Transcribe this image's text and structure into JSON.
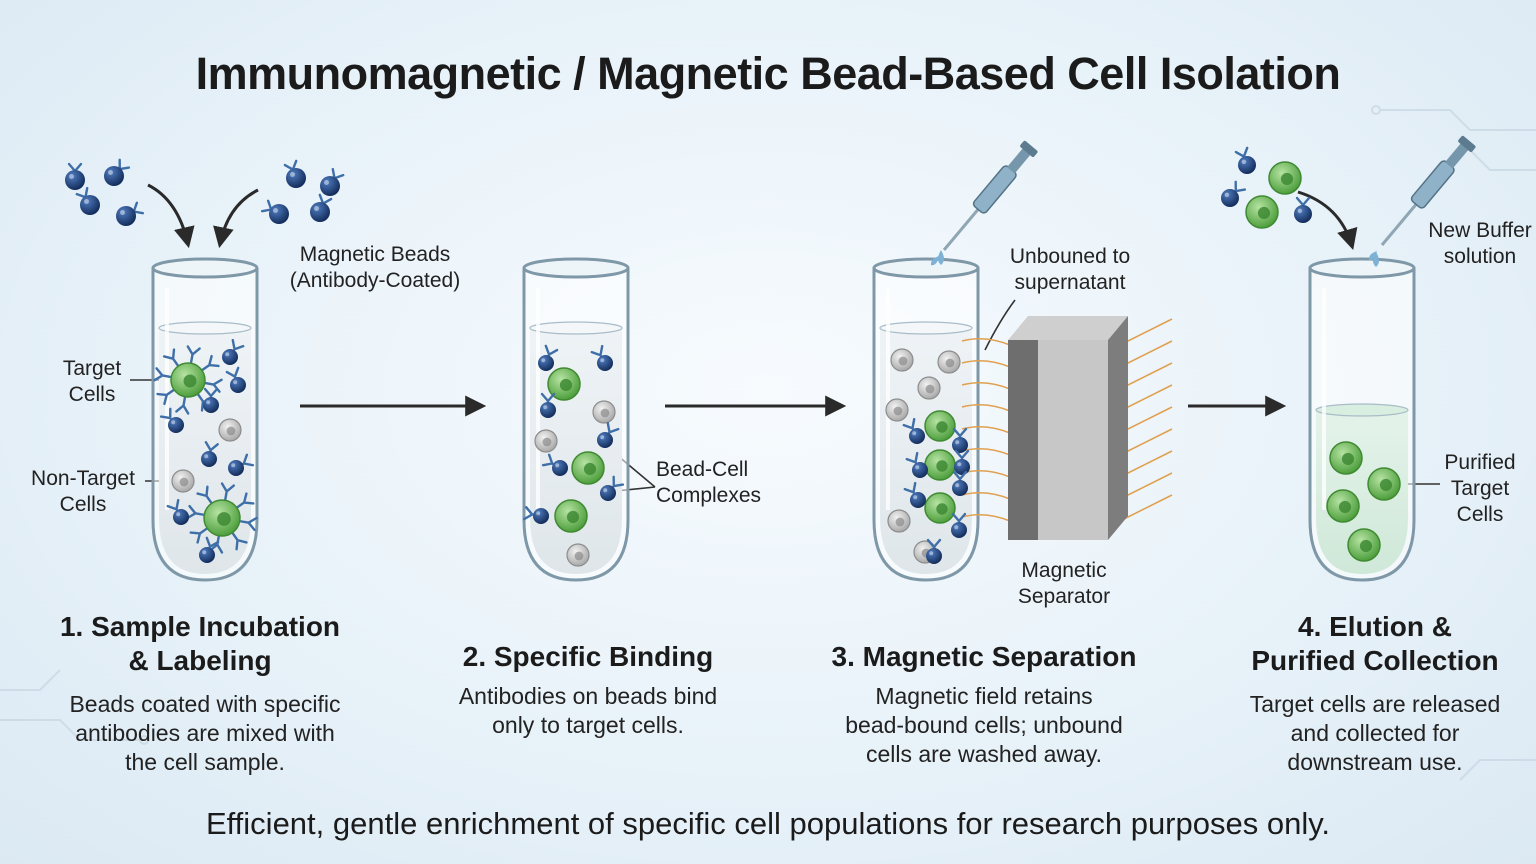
{
  "title": "Immunomagnetic / Magnetic Bead-Based Cell Isolation",
  "labels": {
    "beads": "Magnetic Beads\n(Antibody-Coated)",
    "target_cells": "Target\nCells",
    "non_target_cells": "Non-Target\nCells",
    "complexes": "Bead-Cell\nComplexes",
    "unbound": "Unbouned to\nsupernatant",
    "separator": "Magnetic\nSeparator",
    "new_buffer": "New Buffer\nsolution",
    "purified": "Purified\nTarget\nCells"
  },
  "steps": [
    {
      "title": "1. Sample Incubation\n& Labeling",
      "desc": "Beads coated with specific\nantibodies are mixed with\nthe cell sample."
    },
    {
      "title": "2. Specific Binding",
      "desc": "Antibodies on beads bind\nonly to target cells."
    },
    {
      "title": "3. Magnetic Separation",
      "desc": "Magnetic field retains\nbead-bound cells; unbound\ncells are washed away."
    },
    {
      "title": "4. Elution &\nPurified Collection",
      "desc": "Target cells are released\nand collected for\ndownstream use."
    }
  ],
  "footer": "Efficient, gentle enrichment of specific cell populations for research purposes only.",
  "colors": {
    "bead": "#1d3f7a",
    "target_cell": "#6fbf5a",
    "non_target_cell": "#c9c9c9",
    "magnet": "#9a9a9a",
    "field_lines": "#e0a050",
    "arrow": "#2a2a2a"
  }
}
